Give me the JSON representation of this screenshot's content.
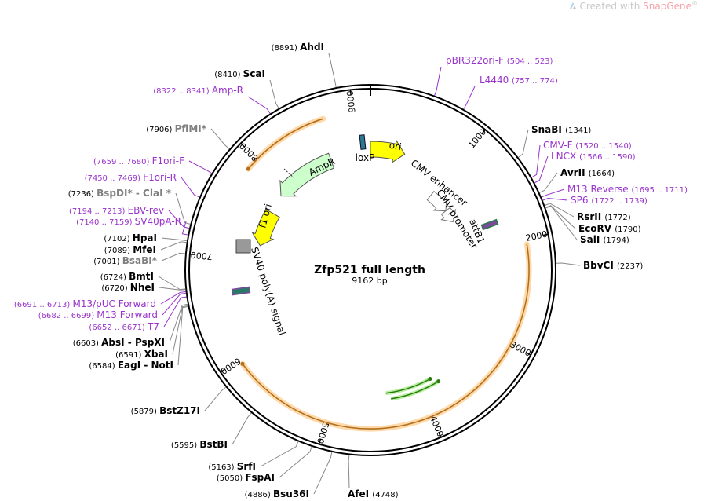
{
  "watermark": {
    "prefix": "Created with ",
    "brand": "SnapGene",
    "mark": "®"
  },
  "plasmid": {
    "name": "Zfp521 full length",
    "size_label": "9162 bp",
    "length": 9162
  },
  "colors": {
    "site": "#000000",
    "nonunique": "#808080",
    "primer": "#9933cc",
    "feature_yellow": "#ffff00",
    "feature_green": "#ccffcc",
    "feature_grey": "#999999",
    "orf": "#ffb86b"
  },
  "ticks": [
    "1000",
    "2000",
    "3000",
    "4000",
    "5000",
    "6000",
    "7000",
    "8000",
    "9000"
  ],
  "features": [
    {
      "name": "ori",
      "label": "ori",
      "start": 9162,
      "end": 420,
      "type": "yellow_arrow"
    },
    {
      "name": "cmv-enhancer",
      "label": "CMV enhancer",
      "start": 990,
      "end": 1320,
      "type": "outline_arrow"
    },
    {
      "name": "cmv-promoter",
      "label": "CMV promoter",
      "start": 1320,
      "end": 1520,
      "type": "outline_arrow"
    },
    {
      "name": "attB1",
      "label": "attB1",
      "start": 1800,
      "end": 1830,
      "type": "small_box"
    },
    {
      "name": "loxP",
      "label": "loxP",
      "start": 8980,
      "end": 9014,
      "type": "small_box"
    },
    {
      "name": "ampR",
      "label": "AmpR",
      "start": 8660,
      "end": 7880,
      "type": "green_arrow"
    },
    {
      "name": "f1-ori",
      "label": "f1 ori",
      "start": 7640,
      "end": 7190,
      "type": "yellow_arrow"
    },
    {
      "name": "sv40-polya",
      "label": "SV40 poly(A) signal",
      "start": 7060,
      "end": 6960,
      "type": "grey_box"
    },
    {
      "name": "attB2",
      "label": "",
      "start": 6760,
      "end": 6790,
      "type": "small_box"
    },
    {
      "name": "orf-outer-left",
      "label": "",
      "start": 8720,
      "end": 7880,
      "type": "orf"
    },
    {
      "name": "orf-outer-right",
      "label": "",
      "start": 2050,
      "end": 5950,
      "type": "orf"
    },
    {
      "name": "green-1",
      "label": "",
      "start": 4350,
      "end": 3780,
      "type": "green_line"
    },
    {
      "name": "green-2",
      "label": "",
      "start": 4400,
      "end": 3850,
      "type": "green_line"
    }
  ],
  "right_labels": [
    {
      "name": "SnaBI",
      "coord": "(1341)",
      "kind": "site",
      "bp": 1341
    },
    {
      "name": "CMV-F",
      "coord": "(1520 .. 1540)",
      "kind": "primer",
      "bp": 1530
    },
    {
      "name": "LNCX",
      "coord": "(1566 .. 1590)",
      "kind": "primer",
      "bp": 1578
    },
    {
      "name": "AvrII",
      "coord": "(1664)",
      "kind": "site",
      "bp": 1664
    },
    {
      "name": "M13 Reverse",
      "coord": "(1695 .. 1711)",
      "kind": "primer",
      "bp": 1703
    },
    {
      "name": "SP6",
      "coord": "(1722 .. 1739)",
      "kind": "primer",
      "bp": 1730
    },
    {
      "name": "RsrII",
      "coord": "(1772)",
      "kind": "site",
      "bp": 1772
    },
    {
      "name": "EcoRV",
      "coord": "(1790)",
      "kind": "site",
      "bp": 1790
    },
    {
      "name": "SalI",
      "coord": "(1794)",
      "kind": "site",
      "bp": 1794
    },
    {
      "name": "BbvCI",
      "coord": "(2237)",
      "kind": "site",
      "bp": 2237
    }
  ],
  "top_labels": [
    {
      "name": "AhdI",
      "coord": "(8891)",
      "kind": "site",
      "bp": 8891
    },
    {
      "name": "ScaI",
      "coord": "(8410)",
      "kind": "site",
      "bp": 8410
    },
    {
      "name": "Amp-R",
      "coord": "(8322 .. 8341)",
      "kind": "primer",
      "bp": 8331
    },
    {
      "name": "pBR322ori-F",
      "coord": "(504 .. 523)",
      "kind": "primer",
      "bp": 513
    },
    {
      "name": "L4440",
      "coord": "(757 .. 774)",
      "kind": "primer",
      "bp": 765
    }
  ],
  "left_labels": [
    {
      "name": "PflMI",
      "suffix": "*",
      "coord": "(7906)",
      "kind": "nonunique",
      "bp": 7906
    },
    {
      "name": "F1ori-F",
      "coord": "(7659 .. 7680)",
      "kind": "primer",
      "bp": 7670
    },
    {
      "name": "F1ori-R",
      "coord": "(7450 .. 7469)",
      "kind": "primer",
      "bp": 7460
    },
    {
      "name": "BspDI",
      "suffix": "* - ClaI *",
      "coord": "(7236)",
      "kind": "nonunique",
      "bp": 7236
    },
    {
      "name": "EBV-rev",
      "coord": "(7194 .. 7213)",
      "kind": "primer",
      "bp": 7203
    },
    {
      "name": "SV40pA-R",
      "coord": "(7140 .. 7159)",
      "kind": "primer",
      "bp": 7150
    },
    {
      "name": "HpaI",
      "coord": "(7102)",
      "kind": "site",
      "bp": 7102
    },
    {
      "name": "MfeI",
      "coord": "(7089)",
      "kind": "site",
      "bp": 7089
    },
    {
      "name": "BsaBI",
      "suffix": "*",
      "coord": "(7001)",
      "kind": "nonunique",
      "bp": 7001
    },
    {
      "name": "BmtI",
      "coord": "(6724)",
      "kind": "site",
      "bp": 6724
    },
    {
      "name": "NheI",
      "coord": "(6720)",
      "kind": "site",
      "bp": 6720
    },
    {
      "name": "M13/pUC Forward",
      "coord": "(6691 .. 6713)",
      "kind": "primer",
      "bp": 6702
    },
    {
      "name": "M13 Forward",
      "coord": "(6682 .. 6699)",
      "kind": "primer",
      "bp": 6690
    },
    {
      "name": "T7",
      "coord": "(6652 .. 6671)",
      "kind": "primer",
      "bp": 6661
    },
    {
      "name": "AbsI",
      "suffix": " - PspXI",
      "coord": "(6603)",
      "kind": "site",
      "bp": 6603
    },
    {
      "name": "XbaI",
      "coord": "(6591)",
      "kind": "site",
      "bp": 6591
    },
    {
      "name": "EagI",
      "suffix": " - NotI",
      "coord": "(6584)",
      "kind": "site",
      "bp": 6584
    },
    {
      "name": "BstZ17I",
      "coord": "(5879)",
      "kind": "site",
      "bp": 5879
    },
    {
      "name": "BstBI",
      "coord": "(5595)",
      "kind": "site",
      "bp": 5595
    },
    {
      "name": "SrfI",
      "coord": "(5163)",
      "kind": "site",
      "bp": 5163
    },
    {
      "name": "FspAI",
      "coord": "(5050)",
      "kind": "site",
      "bp": 5050
    },
    {
      "name": "Bsu36I",
      "coord": "(4886)",
      "kind": "site",
      "bp": 4886
    },
    {
      "name": "AfeI",
      "coord": "(4748)",
      "kind": "site",
      "bp": 4748
    }
  ]
}
